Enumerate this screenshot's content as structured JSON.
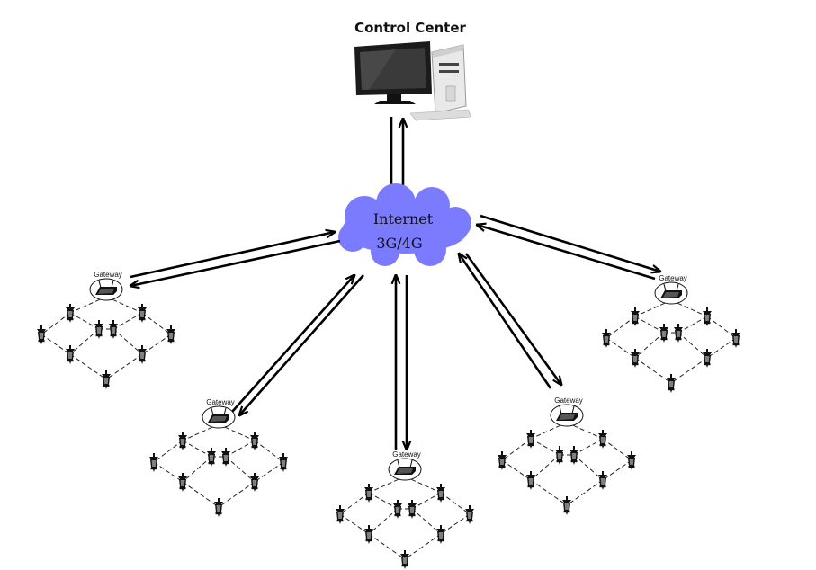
{
  "control_center": {
    "label": "Control Center",
    "icon": "desktop-computer-icon"
  },
  "cloud": {
    "line1": "Internet",
    "line2": "3G/4G",
    "color": "#7b7bff"
  },
  "gateway_label": "Gateway",
  "clusters": [
    {
      "id": "cluster-1",
      "gateway_label": "Gateway"
    },
    {
      "id": "cluster-2",
      "gateway_label": "Gateway"
    },
    {
      "id": "cluster-3",
      "gateway_label": "Gateway"
    },
    {
      "id": "cluster-4",
      "gateway_label": "Gateway"
    },
    {
      "id": "cluster-5",
      "gateway_label": "Gateway"
    }
  ]
}
